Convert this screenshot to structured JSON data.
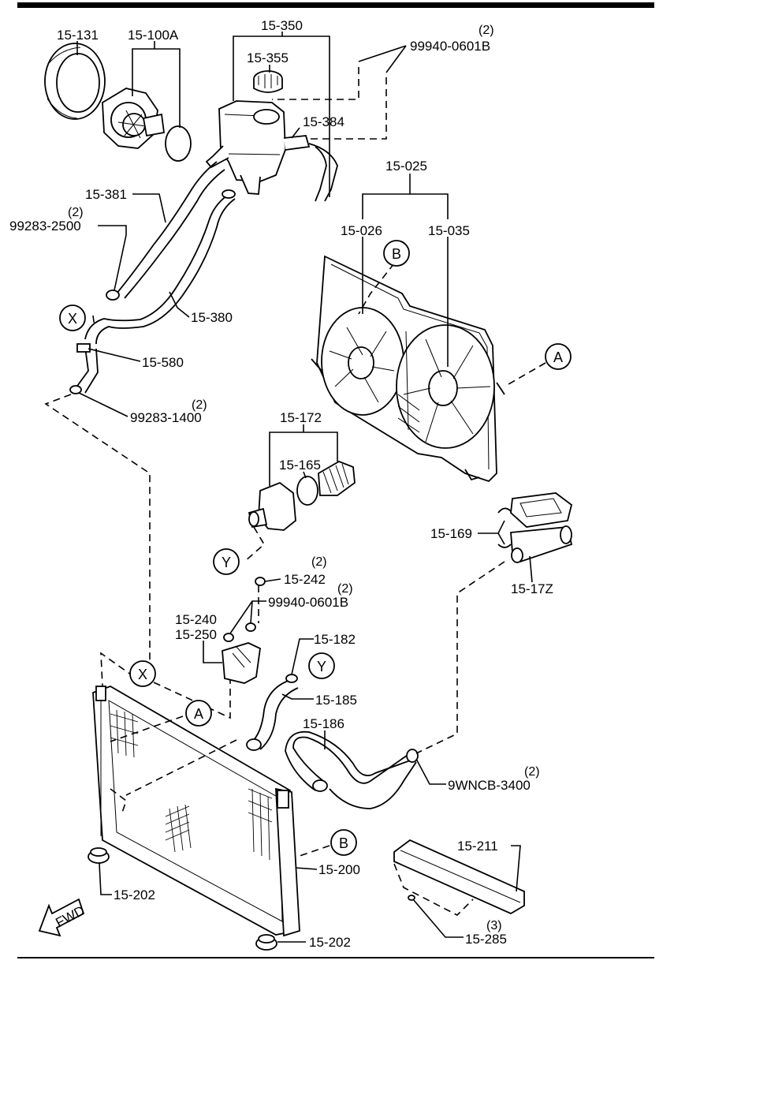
{
  "labels": {
    "p15_131": "15-131",
    "p15_100A": "15-100A",
    "p15_350": "15-350",
    "p15_355": "15-355",
    "p99940_top": "99940-0601B",
    "qty_99940_top": "(2)",
    "p15_384": "15-384",
    "p15_025": "15-025",
    "p15_026": "15-026",
    "p15_035": "15-035",
    "p15_381": "15-381",
    "p99283_2500": "99283-2500",
    "qty_99283_2500": "(2)",
    "p15_380": "15-380",
    "p15_580": "15-580",
    "p99283_1400": "99283-1400",
    "qty_99283_1400": "(2)",
    "p15_172": "15-172",
    "p15_165": "15-165",
    "p15_169": "15-169",
    "p15_17Z": "15-17Z",
    "p15_242": "15-242",
    "qty_15_242": "(2)",
    "p99940_mid": "99940-0601B",
    "qty_99940_mid": "(2)",
    "p15_240": "15-240",
    "p15_250": "15-250",
    "p15_182": "15-182",
    "p15_185": "15-185",
    "p15_186": "15-186",
    "p9WNCB": "9WNCB-3400",
    "qty_9WNCB": "(2)",
    "p15_211": "15-211",
    "p15_200": "15-200",
    "p15_202_a": "15-202",
    "p15_202_b": "15-202",
    "p15_285": "15-285",
    "qty_15_285": "(3)",
    "fwd": "FWD"
  },
  "callouts": {
    "x_top": "X",
    "x_bottom": "X",
    "y_top": "Y",
    "y_bottom": "Y",
    "a_top": "A",
    "a_bottom": "A",
    "b_top": "B",
    "b_bottom": "B"
  }
}
